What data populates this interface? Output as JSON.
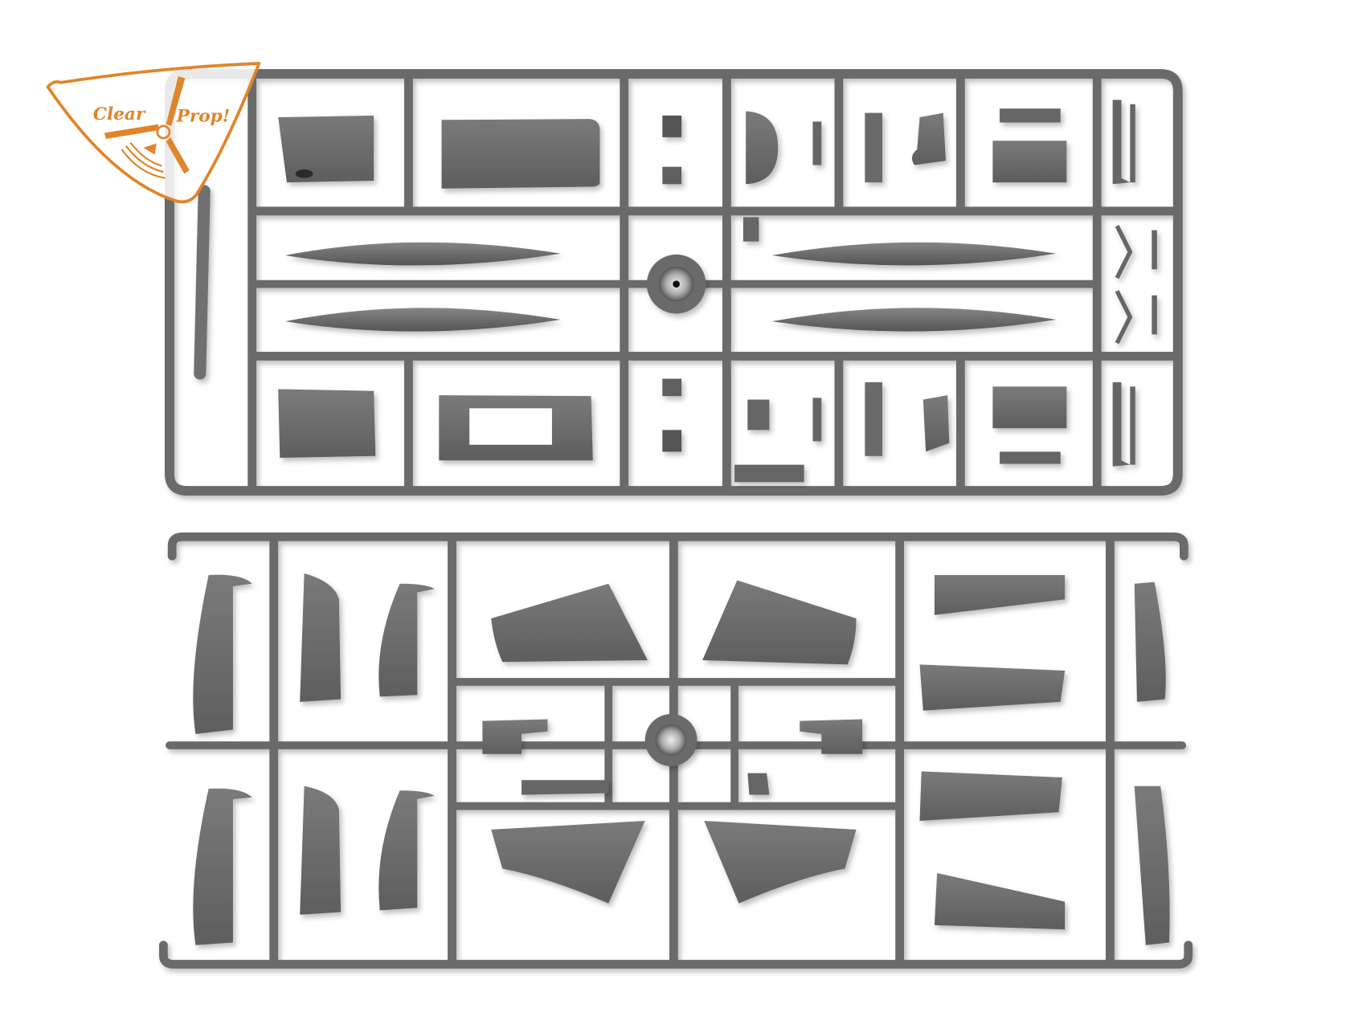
{
  "logo": {
    "brand_left": "Clear",
    "brand_right": "Prop!",
    "color": "#e0852a"
  },
  "photo": {
    "subject": "plastic model kit sprues",
    "background": "#ffffff",
    "plastic_color": "#6f6f6f",
    "plastic_shadow": "#545454",
    "plastic_highlight": "#8a8a8a",
    "sprue_count": 2
  }
}
